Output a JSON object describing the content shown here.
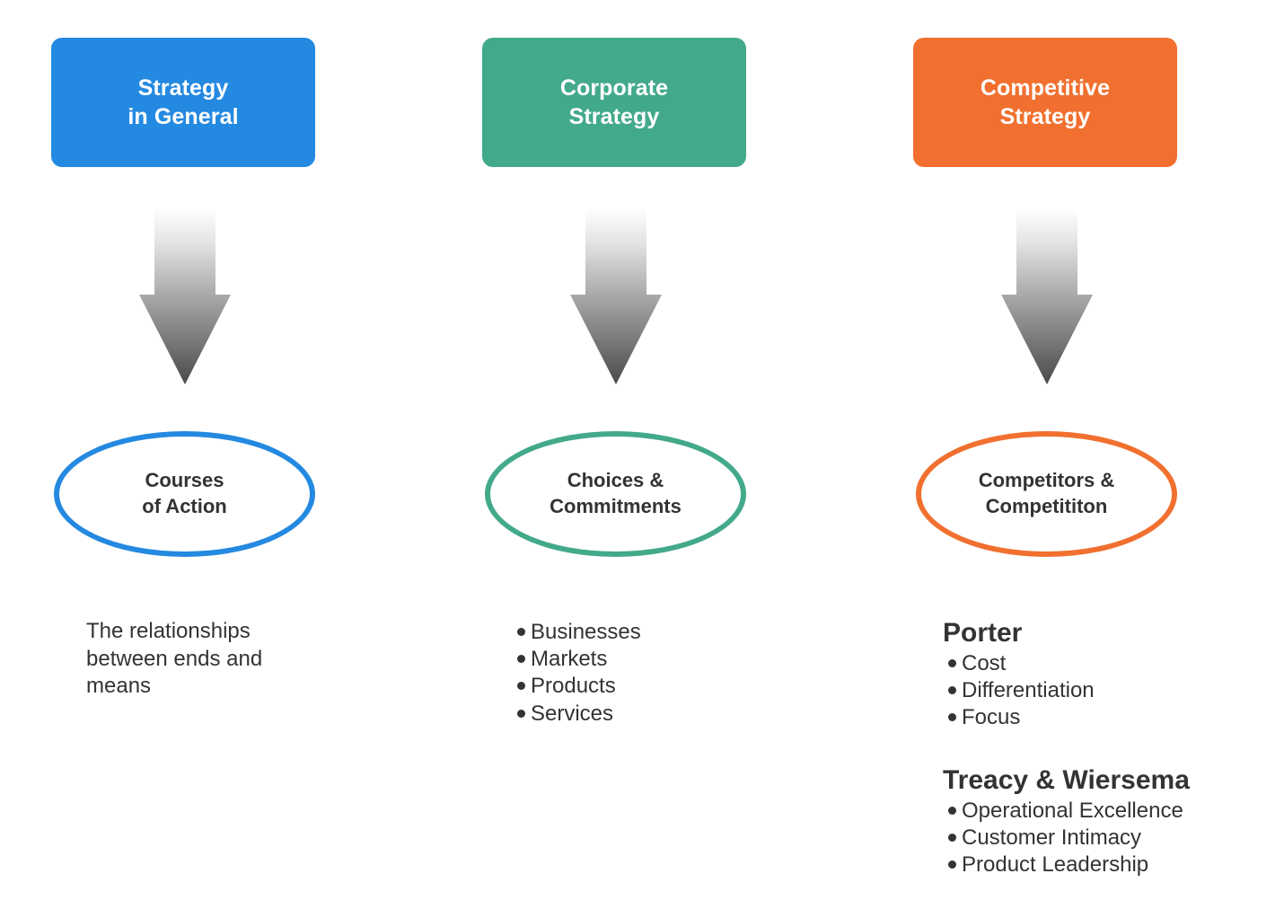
{
  "diagram": {
    "title": "Strategy levels diagram",
    "colors": {
      "blue": "#2489E0",
      "green": "#43A98B",
      "orange": "#F1702F",
      "text": "#333333",
      "arrow_top": "#ffffff",
      "arrow_bottom": "#4d4d4d"
    },
    "columns": [
      {
        "id": "strategy-in-general",
        "accent": "#2489E0",
        "header": {
          "line1": "Strategy",
          "line2": "in General"
        },
        "arrow": "down-arrow-icon",
        "ellipse": {
          "line1": "Courses",
          "line2": "of Action"
        },
        "note": "The relationships between ends and means",
        "bullets": [],
        "groups": []
      },
      {
        "id": "corporate-strategy",
        "accent": "#43A98B",
        "header": {
          "line1": "Corporate",
          "line2": "Strategy"
        },
        "arrow": "down-arrow-icon",
        "ellipse": {
          "line1": "Choices &",
          "line2": "Commitments"
        },
        "note": "",
        "bullets": [
          "Businesses",
          "Markets",
          "Products",
          "Services"
        ],
        "groups": []
      },
      {
        "id": "competitive-strategy",
        "accent": "#F1702F",
        "header": {
          "line1": "Competitive",
          "line2": "Strategy"
        },
        "arrow": "down-arrow-icon",
        "ellipse": {
          "line1": "Competitors &",
          "line2": "Competititon"
        },
        "note": "",
        "bullets": [],
        "groups": [
          {
            "title": "Porter",
            "items": [
              "Cost",
              "Differentiation",
              "Focus"
            ]
          },
          {
            "title": "Treacy & Wiersema",
            "items": [
              "Operational Excellence",
              "Customer Intimacy",
              "Product Leadership"
            ]
          }
        ]
      }
    ]
  }
}
